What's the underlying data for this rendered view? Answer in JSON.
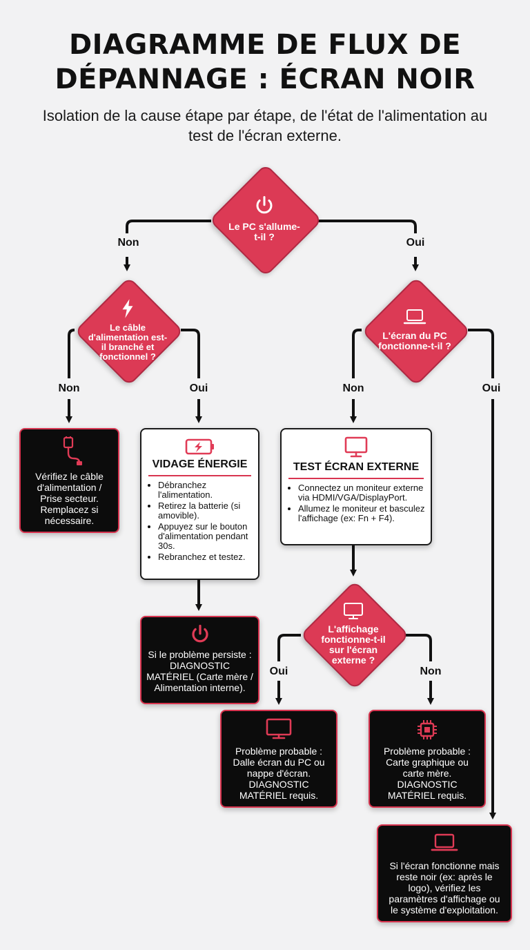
{
  "header": {
    "title_line1": "DIAGRAMME DE FLUX DE",
    "title_line2": "DÉPANNAGE : ÉCRAN NOIR",
    "subtitle": "Isolation de la cause étape par étape, de l'état de l'alimentation au test de l'écran externe."
  },
  "labels": {
    "non": "Non",
    "oui": "Oui"
  },
  "decisions": {
    "power_on": "Le PC s'allume-t-il ?",
    "cable_ok": "Le câble d'alimentation est-il branché et fonctionnel ?",
    "screen_works": "L'écran du PC fonctionne-t-il ?",
    "external_works": "L'affichage fonctionne-t-il sur l'écran externe ?"
  },
  "boxes": {
    "check_cable": "Vérifiez le câble d'alimentation / Prise secteur. Remplacez si nécessaire.",
    "power_drain": {
      "title": "VIDAGE ÉNERGIE",
      "steps": [
        "Débranchez l'alimentation.",
        "Retirez la batterie (si amovible).",
        "Appuyez sur le bouton d'alimentation pendant 30s.",
        "Rebranchez et testez."
      ]
    },
    "external_test": {
      "title": "TEST ÉCRAN EXTERNE",
      "steps": [
        "Connectez un moniteur externe via HDMI/VGA/DisplayPort.",
        "Allumez le moniteur et basculez l'affichage (ex: Fn + F4)."
      ]
    },
    "hw_diag_power": "Si le problème persiste : DIAGNOSTIC MATÉRIEL (Carte mère / Alimentation interne).",
    "panel_issue": "Problème probable : Dalle écran du PC ou nappe d'écran. DIAGNOSTIC MATÉRIEL requis.",
    "gpu_issue": "Problème probable : Carte graphique ou carte mère. DIAGNOSTIC MATÉRIEL requis.",
    "os_settings": "Si l'écran fonctionne mais reste noir (ex: après le logo), vérifiez les paramètres d'affichage ou le système d'exploitation."
  },
  "icons": {
    "power_on": "power-icon",
    "cable_ok": "lightning-icon",
    "screen_works": "laptop-icon",
    "external_works": "monitor-icon",
    "check_cable": "power-cable-icon",
    "power_drain": "battery-charging-icon",
    "external_test": "monitor-icon",
    "hw_diag_power": "power-icon",
    "panel_issue": "monitor-icon",
    "gpu_issue": "chip-icon",
    "os_settings": "laptop-icon"
  },
  "colors": {
    "accent": "#dc3a55",
    "dark_box": "#0c0c0c",
    "light_box": "#ffffff",
    "background": "#f2f2f3"
  }
}
